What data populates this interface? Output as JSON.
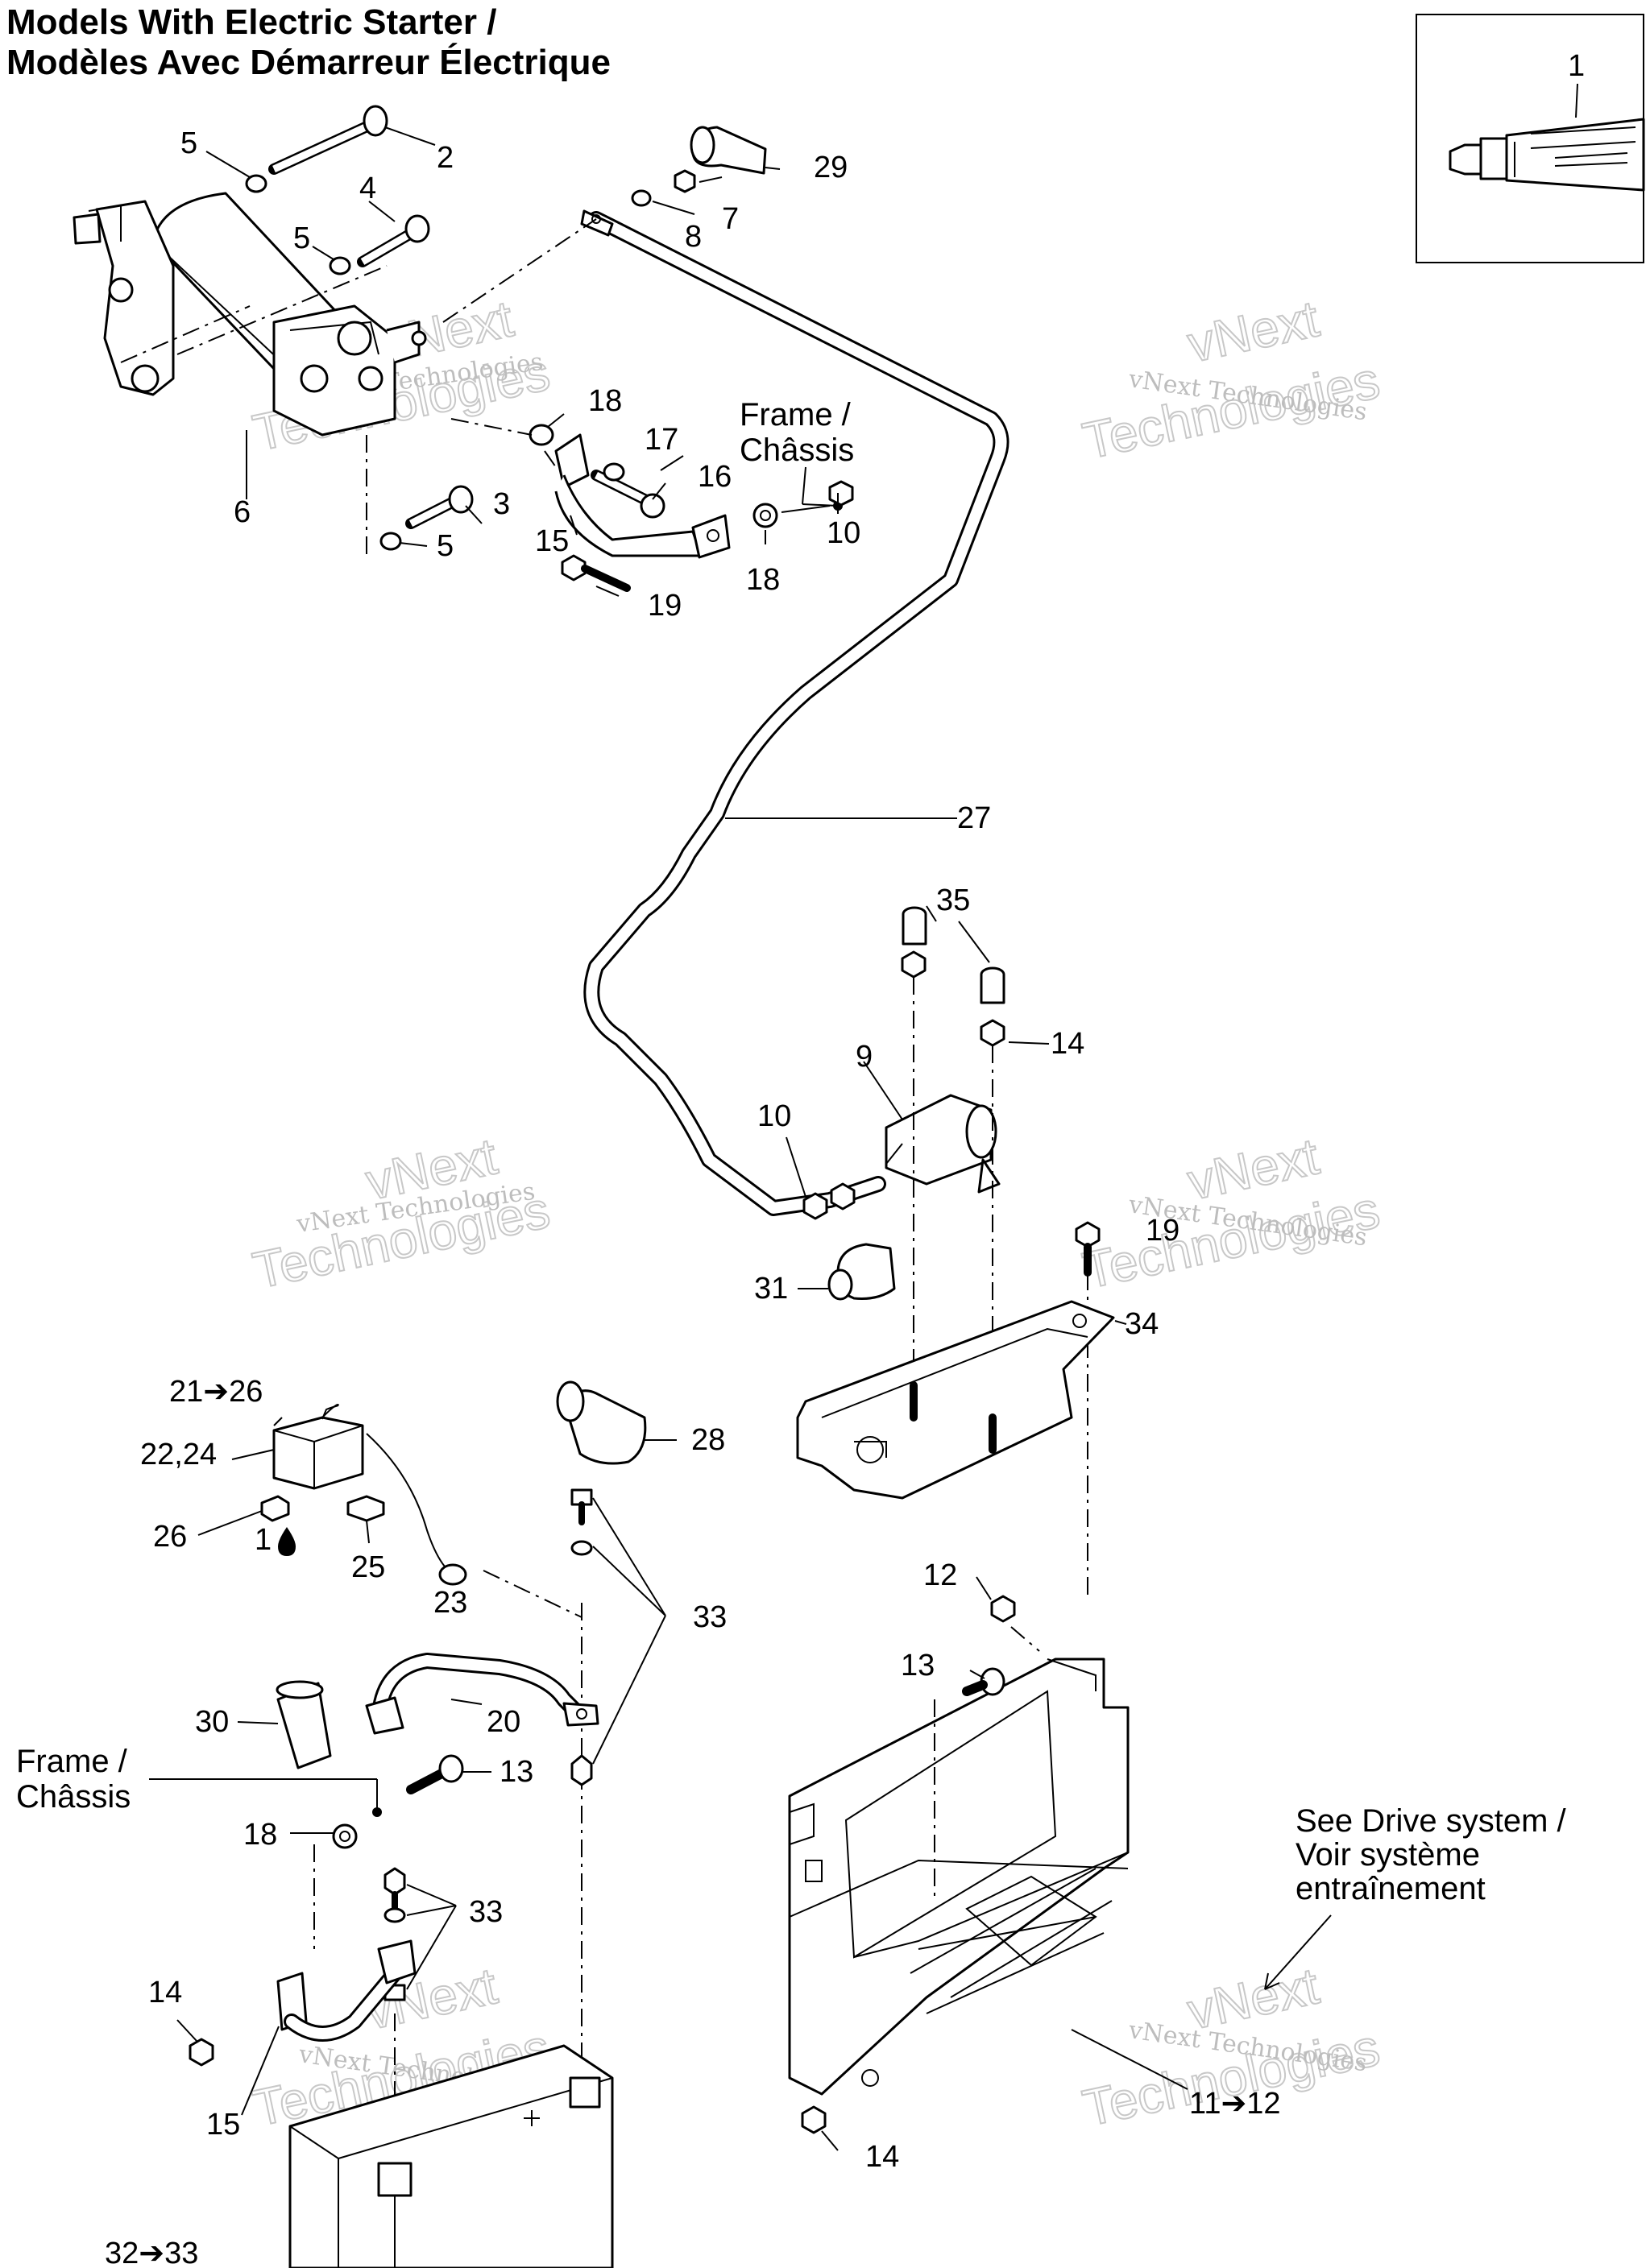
{
  "title": {
    "line1": "Models With Electric Starter /",
    "line2": "Modèles Avec Démarreur Électrique"
  },
  "callouts": {
    "c1": "1",
    "c2": "2",
    "c3": "3",
    "c4": "4",
    "c5a": "5",
    "c5b": "5",
    "c5c": "5",
    "c6": "6",
    "c7": "7",
    "c8": "8",
    "c9": "9",
    "c10a": "10",
    "c10b": "10",
    "c11_12": "11➔12",
    "c12": "12",
    "c13a": "13",
    "c13b": "13",
    "c14a": "14",
    "c14b": "14",
    "c14c": "14",
    "c15a": "15",
    "c15b": "15",
    "c16": "16",
    "c17": "17",
    "c18a": "18",
    "c18b": "18",
    "c18c": "18",
    "c19a": "19",
    "c19b": "19",
    "c20": "20",
    "c21_26": "21➔26",
    "c22_24": "22,24",
    "c23": "23",
    "c25": "25",
    "c26": "26",
    "c1drop": "1",
    "c27": "27",
    "c28": "28",
    "c29": "29",
    "c30": "30",
    "c31": "31",
    "c33a": "33",
    "c33b": "33",
    "c34": "34",
    "c35": "35",
    "c32_33": "32➔33"
  },
  "notes": {
    "frame1_line1": "Frame /",
    "frame1_line2": "Châssis",
    "frame2_line1": "Frame /",
    "frame2_line2": "Châssis",
    "see_line1": "See Drive system /",
    "see_line2": "Voir système",
    "see_line3": "entraînement"
  },
  "watermark": {
    "small": "vNext Technologies",
    "large": "Technologies",
    "top": "vNext"
  }
}
